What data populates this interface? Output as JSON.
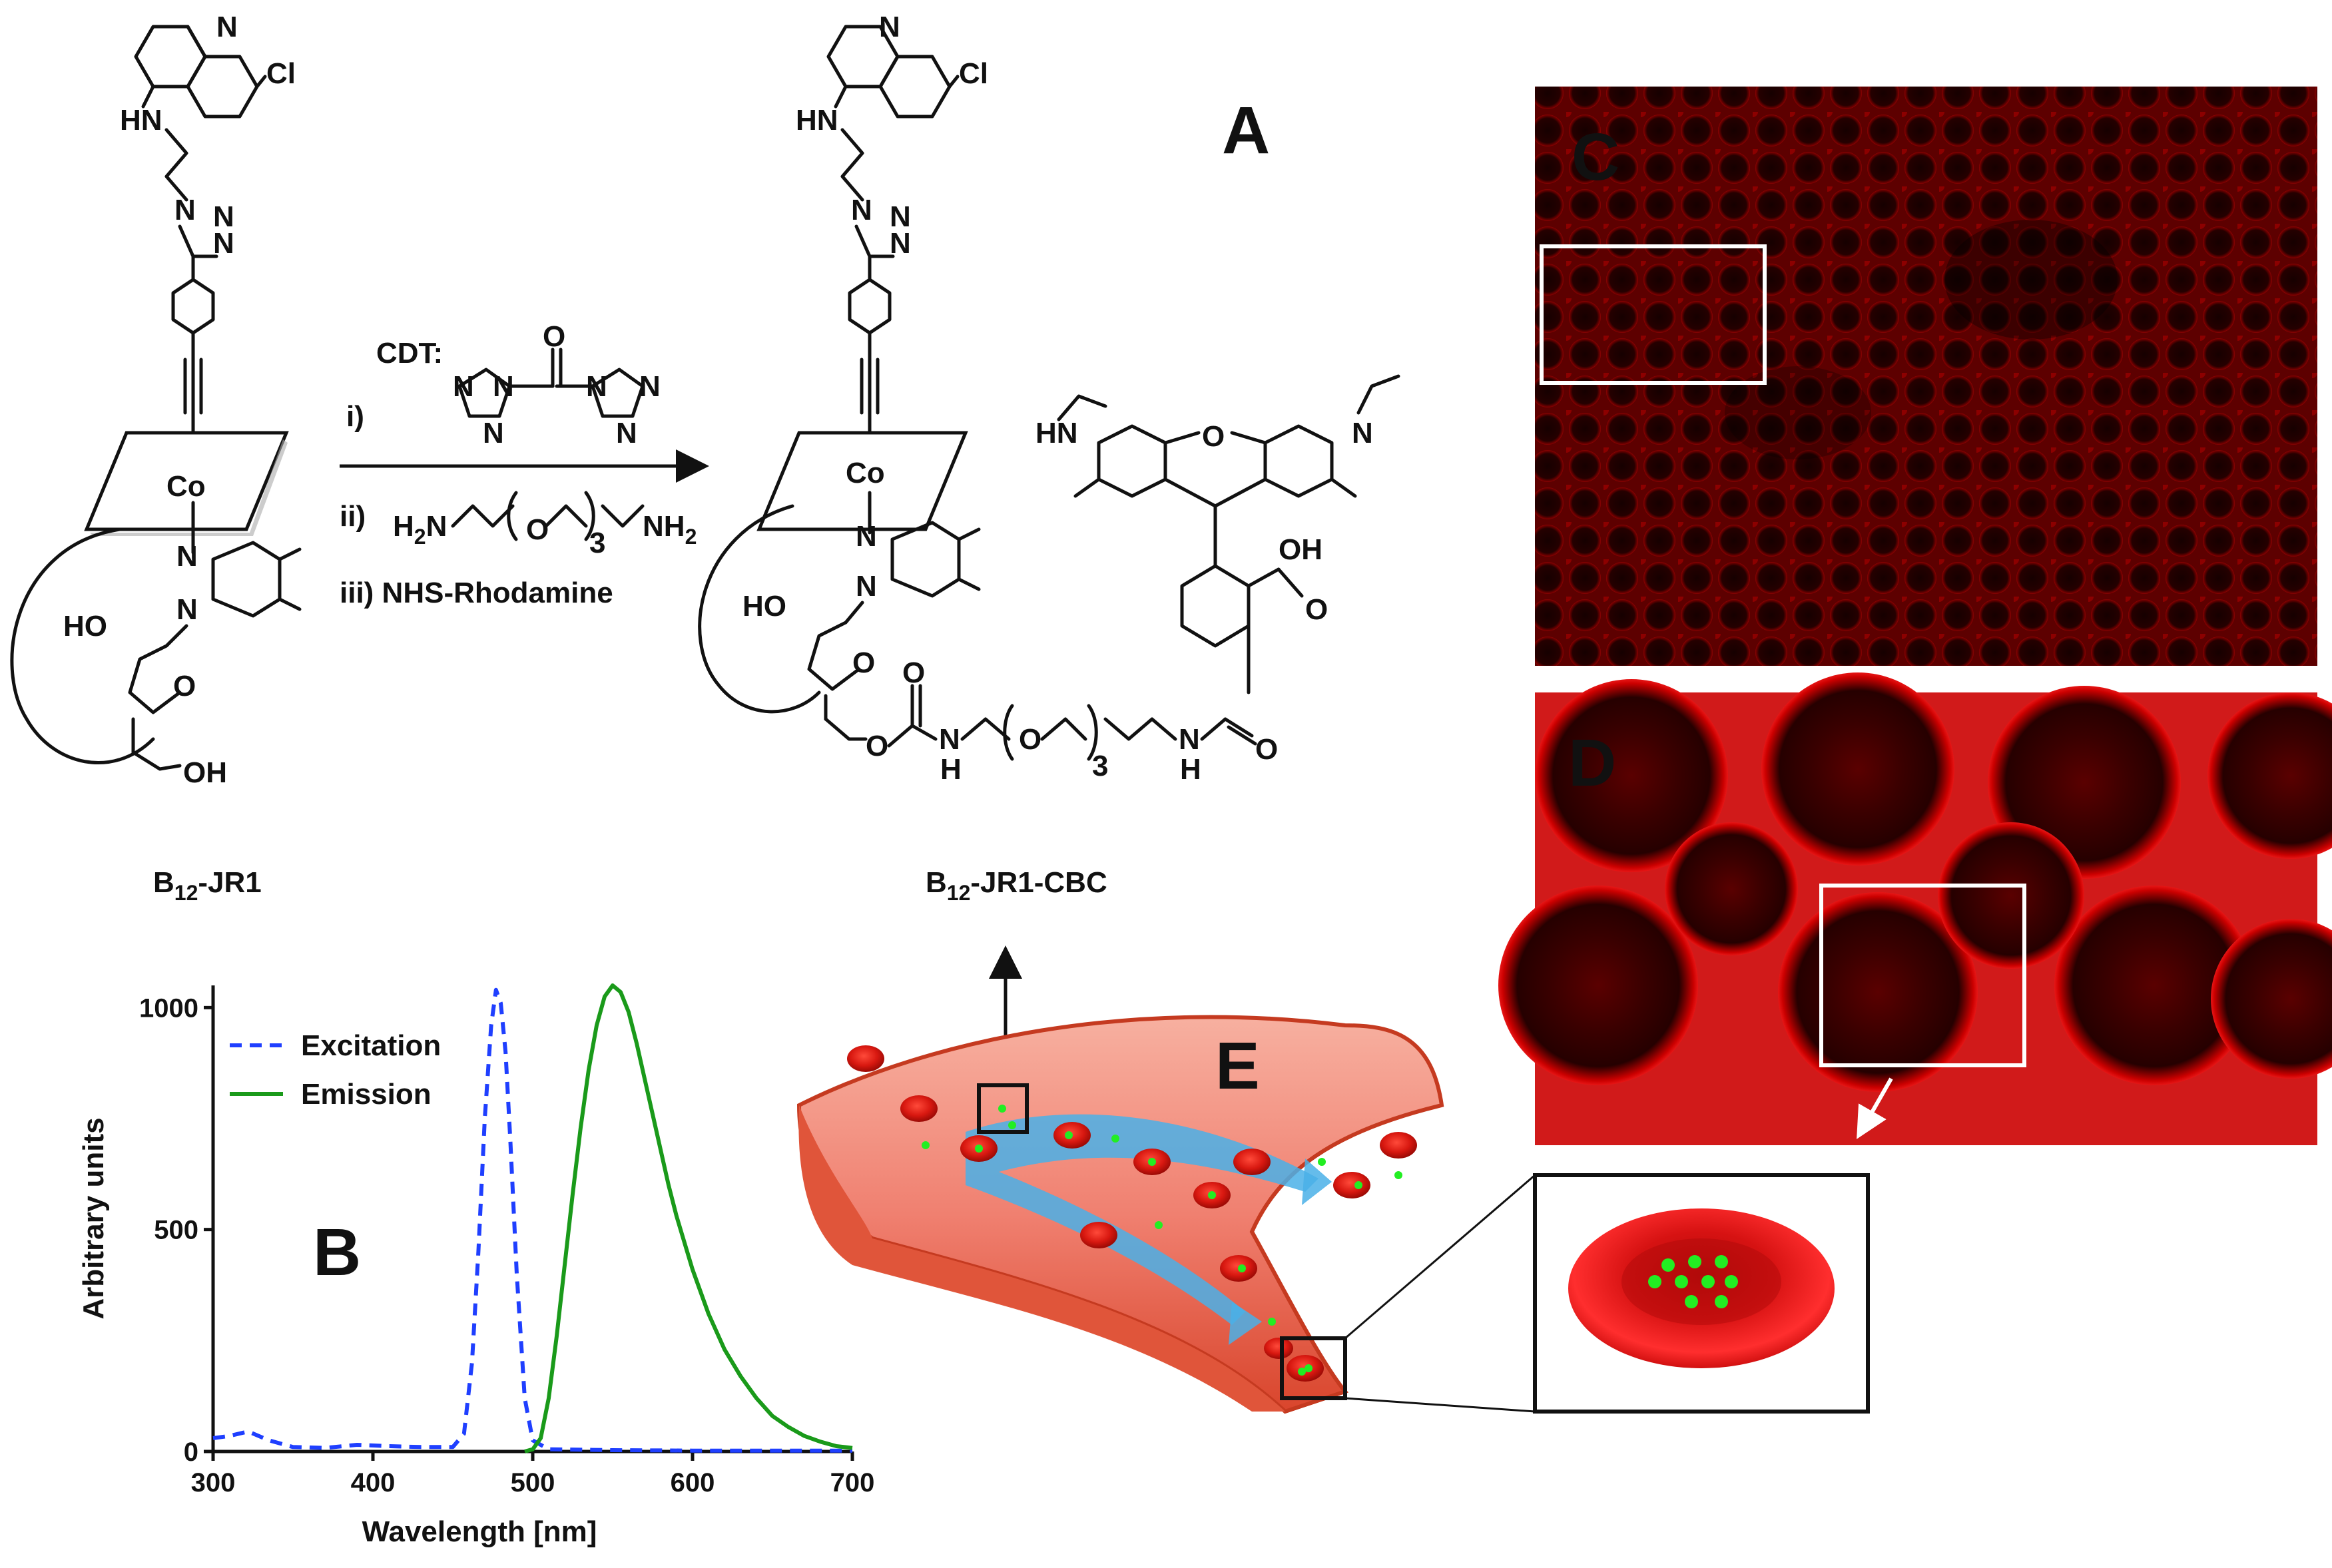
{
  "panel_labels": {
    "a": "A",
    "b": "B",
    "c": "C",
    "d": "D",
    "e": "E"
  },
  "compounds": {
    "left_name_main": "B",
    "left_name_sub": "12",
    "left_name_suffix": "-JR1",
    "right_name_main": "B",
    "right_name_sub": "12",
    "right_name_suffix": "-JR1-CBC"
  },
  "reaction": {
    "cdt_label": "CDT:",
    "step1": "i)",
    "step2": "ii)",
    "step3": "iii) NHS-Rhodamine"
  },
  "atoms": {
    "N": "N",
    "Cl": "Cl",
    "HN": "HN",
    "Co": "Co",
    "HO": "HO",
    "OH": "OH",
    "O": "O",
    "H": "H",
    "H2N": "H",
    "NH2": "NH",
    "sub2": "2",
    "rep3": "3"
  },
  "chart_data": {
    "type": "line",
    "xlabel": "Wavelength [nm]",
    "ylabel": "Arbitrary units",
    "xlim": [
      300,
      700
    ],
    "ylim": [
      0,
      1050
    ],
    "xticks": [
      300,
      400,
      500,
      600,
      700
    ],
    "yticks": [
      0,
      500,
      1000
    ],
    "legend_position": "top-left",
    "series": [
      {
        "name": "Excitation",
        "color": "#1f3fff",
        "style": "dashed",
        "x": [
          300,
          310,
          322,
          335,
          350,
          370,
          390,
          410,
          430,
          450,
          457,
          462,
          466,
          470,
          474,
          477,
          480,
          483,
          486,
          490,
          495,
          500,
          510,
          550,
          600,
          650,
          700
        ],
        "y": [
          30,
          35,
          45,
          25,
          10,
          8,
          15,
          12,
          10,
          10,
          40,
          200,
          450,
          750,
          960,
          1040,
          1010,
          900,
          700,
          400,
          120,
          25,
          5,
          3,
          2,
          2,
          2
        ]
      },
      {
        "name": "Emission",
        "color": "#1a9a1a",
        "style": "solid",
        "x": [
          495,
          500,
          505,
          510,
          515,
          520,
          525,
          530,
          535,
          540,
          545,
          550,
          555,
          560,
          565,
          570,
          575,
          580,
          585,
          590,
          600,
          610,
          620,
          630,
          640,
          650,
          660,
          670,
          680,
          690,
          700
        ],
        "y": [
          0,
          5,
          30,
          120,
          260,
          420,
          580,
          730,
          860,
          960,
          1025,
          1050,
          1035,
          990,
          920,
          840,
          760,
          680,
          600,
          530,
          410,
          310,
          230,
          170,
          120,
          80,
          55,
          35,
          22,
          12,
          8
        ]
      }
    ]
  }
}
